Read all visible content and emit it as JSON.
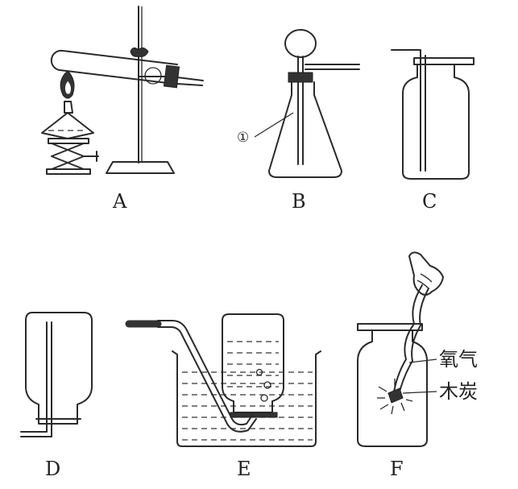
{
  "panels": [
    {
      "id": "A",
      "label": "A"
    },
    {
      "id": "B",
      "label": "B"
    },
    {
      "id": "C",
      "label": "C"
    },
    {
      "id": "D",
      "label": "D"
    },
    {
      "id": "E",
      "label": "E"
    },
    {
      "id": "F",
      "label": "F"
    }
  ],
  "annotations": {
    "funnel_marker": "①",
    "oxygen_label": "氧气",
    "charcoal_label": "木炭"
  }
}
